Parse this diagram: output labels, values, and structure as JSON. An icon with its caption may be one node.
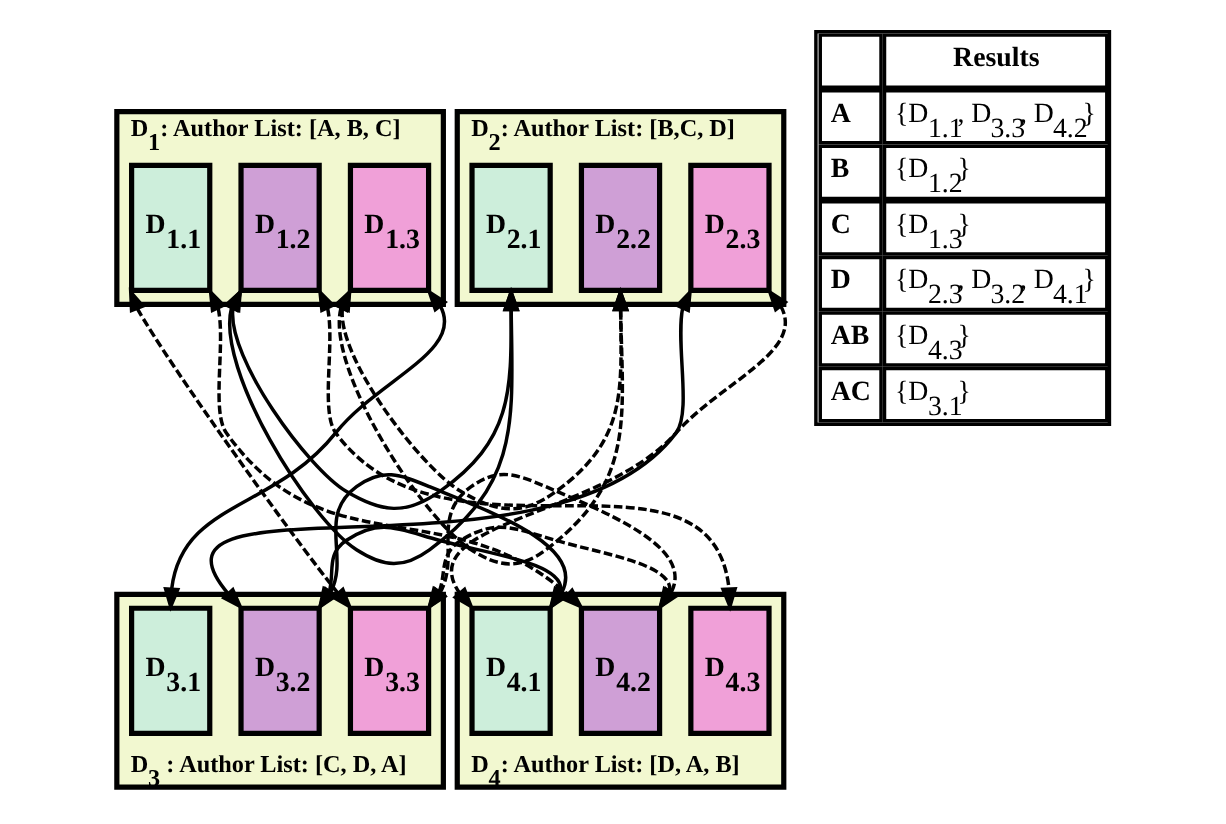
{
  "diagram": {
    "nodes": [
      {
        "text": [
          "D$_{1}$: Author List: [A, B, C]"
        ]
      },
      {
        "text": [
          "D$_{1.1}$"
        ],
        "in": 0
      },
      {
        "text": [
          "D$_{1.2}$"
        ],
        "in": 0
      },
      {
        "text": [
          "D$_{1.3}$"
        ],
        "in": 0
      },
      {
        "text": [
          "D$_{2}$: Author List: [B,C, D]"
        ]
      },
      {
        "text": [
          "D$_{2.1}$"
        ],
        "in": 4
      },
      {
        "text": [
          "D$_{2.2}$"
        ],
        "in": 4
      },
      {
        "text": [
          "D$_{2.3}$"
        ],
        "in": 4
      },
      {
        "text": [
          "D$_{3}$ : Author List: [C, D, A]"
        ]
      },
      {
        "text": [
          "D$_{3.1}$"
        ],
        "in": 8
      },
      {
        "text": [
          "D$_{3.2}$"
        ],
        "in": 8
      },
      {
        "text": [
          "D$_{3.3}$"
        ],
        "in": 8
      },
      {
        "text": [
          "D$_{4}$: Author List: [D, A, B]"
        ]
      },
      {
        "text": [
          "D$_{4.1}$"
        ],
        "in": 12
      },
      {
        "text": [
          "D$_{4.2}$"
        ],
        "in": 12
      },
      {
        "text": [
          "D$_{4.3}$"
        ],
        "in": 12
      }
    ],
    "edges": [
      {
        "from": 2,
        "to": 5,
        "arrow": "both"
      },
      {
        "from": 3,
        "to": 6,
        "arrow": "both",
        "style": "dashed"
      },
      {
        "from": 3,
        "to": 9,
        "arrow": "both"
      },
      {
        "from": 7,
        "to": 10,
        "arrow": "both"
      },
      {
        "from": 2,
        "to": 15,
        "arrow": "both",
        "style": "dashed"
      },
      {
        "from": 7,
        "to": 13,
        "arrow": "both",
        "style": "dashed"
      },
      {
        "from": 1,
        "to": 11,
        "arrow": "both",
        "style": "dashed"
      },
      {
        "from": 1,
        "to": 14,
        "arrow": "both",
        "style": "dashed"
      },
      {
        "from": 10,
        "to": 13,
        "arrow": "both"
      },
      {
        "from": 11,
        "to": 14,
        "arrow": "both",
        "style": "dashed"
      }
    ],
    "labels": [
      "Results",
      "A",
      "{D$_{1.1}$, D$_{3.3}$, D$_{4.2}$}",
      "B",
      "{D$_{1.2}$}",
      "C",
      "{D$_{1.3}$}",
      "D",
      "{D$_{2.3}$, D$_{3.2}$, D$_{4.1}$}",
      "AB",
      "{D$_{4.3}$}",
      "AC",
      "{D$_{3.1}$}"
    ]
  }
}
